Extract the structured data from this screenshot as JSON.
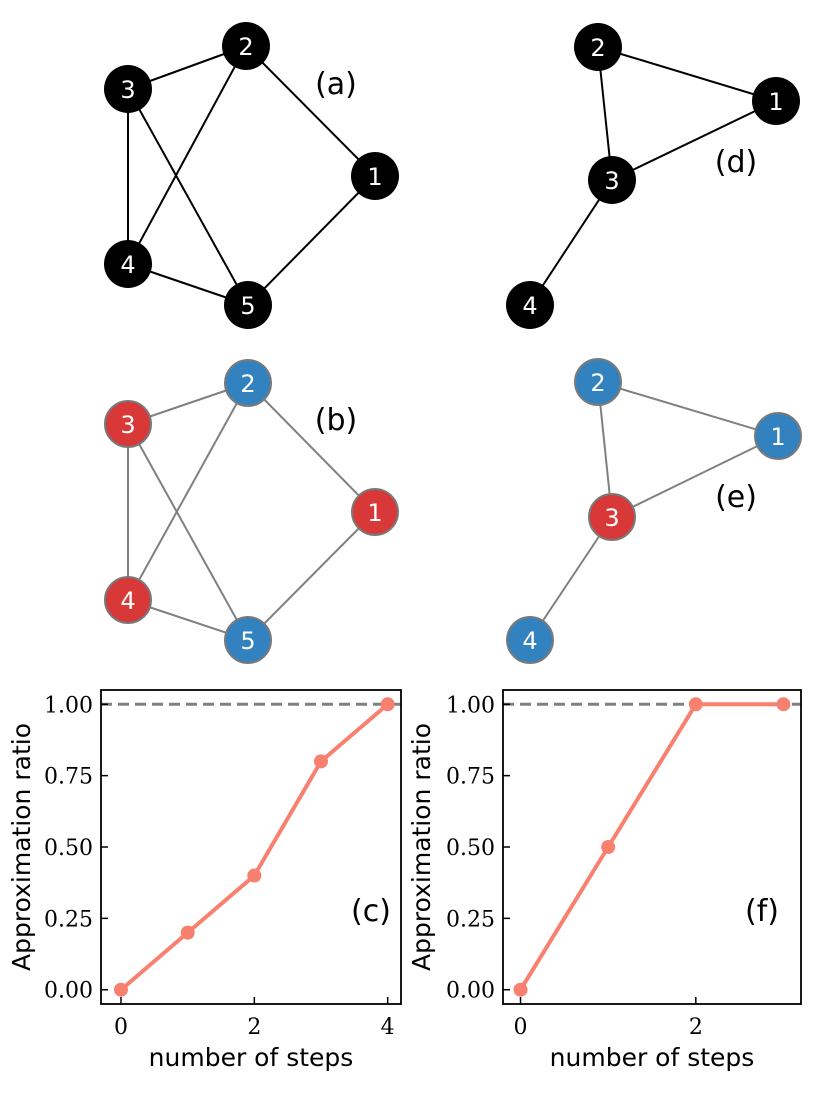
{
  "graphs": [
    {
      "panel_label": "(a)",
      "style": "plain",
      "nodes": [
        {
          "id": "1",
          "label": "1",
          "color": "#000000"
        },
        {
          "id": "2",
          "label": "2",
          "color": "#000000"
        },
        {
          "id": "3",
          "label": "3",
          "color": "#000000"
        },
        {
          "id": "4",
          "label": "4",
          "color": "#000000"
        },
        {
          "id": "5",
          "label": "5",
          "color": "#000000"
        }
      ],
      "edges": [
        [
          "3",
          "2"
        ],
        [
          "2",
          "1"
        ],
        [
          "1",
          "5"
        ],
        [
          "5",
          "4"
        ],
        [
          "4",
          "3"
        ],
        [
          "3",
          "5"
        ],
        [
          "2",
          "4"
        ]
      ]
    },
    {
      "panel_label": "(b)",
      "style": "colored",
      "nodes": [
        {
          "id": "1",
          "label": "1",
          "color": "#d93838"
        },
        {
          "id": "2",
          "label": "2",
          "color": "#3282c0"
        },
        {
          "id": "3",
          "label": "3",
          "color": "#d93838"
        },
        {
          "id": "4",
          "label": "4",
          "color": "#d93838"
        },
        {
          "id": "5",
          "label": "5",
          "color": "#3282c0"
        }
      ],
      "edges": [
        [
          "3",
          "2"
        ],
        [
          "2",
          "1"
        ],
        [
          "1",
          "5"
        ],
        [
          "5",
          "4"
        ],
        [
          "4",
          "3"
        ],
        [
          "3",
          "5"
        ],
        [
          "2",
          "4"
        ]
      ]
    },
    {
      "panel_label": "(d)",
      "style": "plain",
      "nodes": [
        {
          "id": "1",
          "label": "1",
          "color": "#000000"
        },
        {
          "id": "2",
          "label": "2",
          "color": "#000000"
        },
        {
          "id": "3",
          "label": "3",
          "color": "#000000"
        },
        {
          "id": "4",
          "label": "4",
          "color": "#000000"
        }
      ],
      "edges": [
        [
          "2",
          "1"
        ],
        [
          "2",
          "3"
        ],
        [
          "3",
          "1"
        ],
        [
          "3",
          "4"
        ]
      ]
    },
    {
      "panel_label": "(e)",
      "style": "colored",
      "nodes": [
        {
          "id": "1",
          "label": "1",
          "color": "#3282c0"
        },
        {
          "id": "2",
          "label": "2",
          "color": "#3282c0"
        },
        {
          "id": "3",
          "label": "3",
          "color": "#d93838"
        },
        {
          "id": "4",
          "label": "4",
          "color": "#3282c0"
        }
      ],
      "edges": [
        [
          "2",
          "1"
        ],
        [
          "2",
          "3"
        ],
        [
          "3",
          "1"
        ],
        [
          "3",
          "4"
        ]
      ]
    }
  ],
  "chart_data": [
    {
      "type": "line",
      "panel_label": "(c)",
      "x": [
        0,
        1,
        2,
        3,
        4
      ],
      "series": [
        {
          "values": [
            0.0,
            0.2,
            0.4,
            0.8,
            1.0
          ],
          "color": "#f8806e"
        }
      ],
      "reference_line": {
        "y": 1.0,
        "style": "dashed",
        "color": "#808080"
      },
      "xlabel": "number of steps",
      "ylabel": "Approximation ratio",
      "xlim": [
        -0.3,
        4.2
      ],
      "ylim": [
        -0.05,
        1.05
      ],
      "xticks": [
        "0",
        "2",
        "4"
      ],
      "yticks": [
        "0.00",
        "0.25",
        "0.50",
        "0.75",
        "1.00"
      ],
      "grid": false
    },
    {
      "type": "line",
      "panel_label": "(f)",
      "x": [
        0,
        1,
        2,
        3
      ],
      "series": [
        {
          "values": [
            0.0,
            0.5,
            1.0,
            1.0
          ],
          "color": "#f8806e"
        }
      ],
      "reference_line": {
        "y": 1.0,
        "style": "dashed",
        "color": "#808080"
      },
      "xlabel": "number of steps",
      "ylabel": "Approximation ratio",
      "xlim": [
        -0.2,
        3.2
      ],
      "ylim": [
        -0.05,
        1.05
      ],
      "xticks": [
        "0",
        "2"
      ],
      "yticks": [
        "0.00",
        "0.25",
        "0.50",
        "0.75",
        "1.00"
      ],
      "grid": false
    }
  ]
}
